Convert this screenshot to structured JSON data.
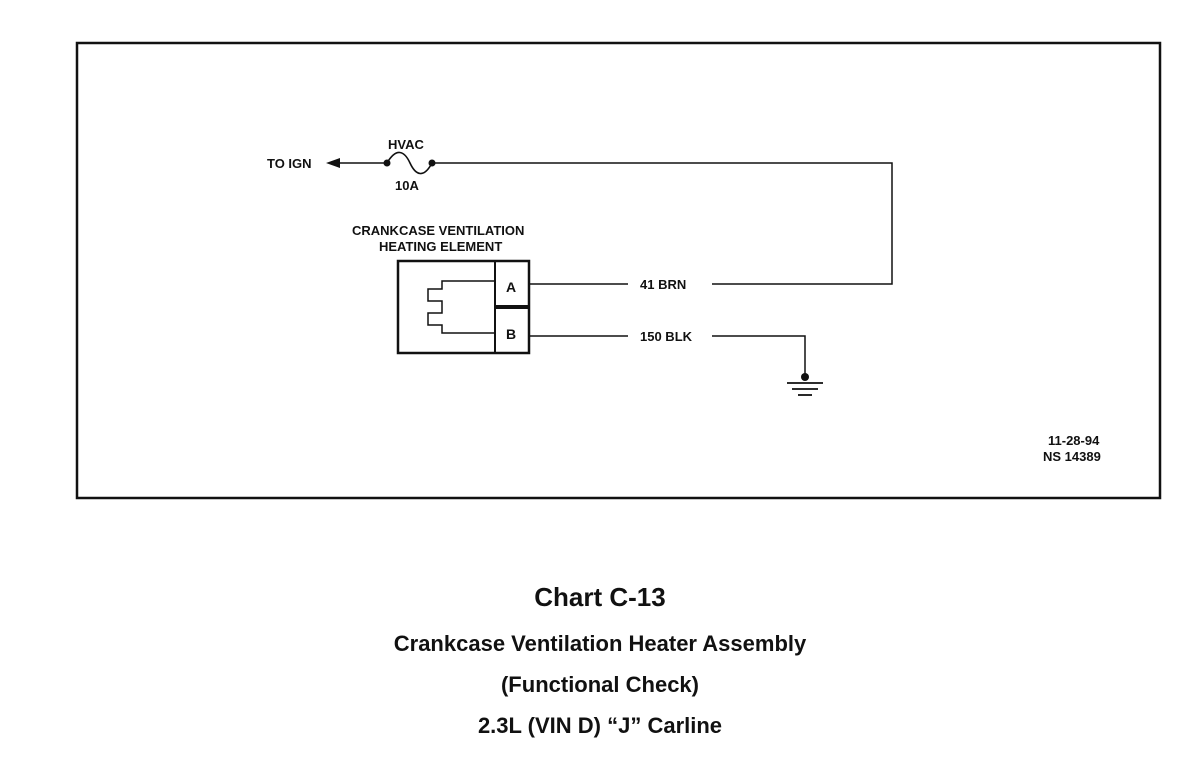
{
  "diagram": {
    "to_ign_label": "TO IGN",
    "fuse_name": "HVAC",
    "fuse_rating": "10A",
    "component_label_line1": "CRANKCASE VENTILATION",
    "component_label_line2": "HEATING ELEMENT",
    "pin_a": "A",
    "pin_b": "B",
    "wire_a": "41 BRN",
    "wire_b": "150 BLK",
    "date": "11-28-94",
    "drawing_number": "NS 14389",
    "nodes": [
      "TO IGN",
      "HVAC 10A fuse",
      "CRANKCASE VENTILATION HEATING ELEMENT",
      "ground"
    ],
    "edges": [
      {
        "from": "TO IGN",
        "to": "HVAC 10A fuse",
        "label": ""
      },
      {
        "from": "HVAC 10A fuse",
        "to": "pin A",
        "label": "41 BRN"
      },
      {
        "from": "pin B",
        "to": "ground",
        "label": "150 BLK"
      }
    ],
    "icons": [
      "arrow-left-icon",
      "fuse-icon",
      "heating-element-icon",
      "ground-icon"
    ]
  },
  "caption": {
    "title": "Chart C-13",
    "line1": "Crankcase Ventilation Heater Assembly",
    "line2": "(Functional Check)",
    "line3": "2.3L (VIN D) “J” Carline"
  }
}
